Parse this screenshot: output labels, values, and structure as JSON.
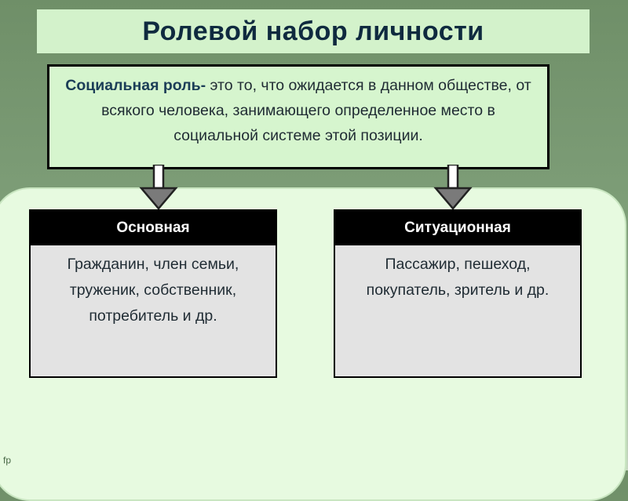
{
  "title": "Ролевой набор личности",
  "definition": {
    "term": "Социальная роль-",
    "text": " это то, что ожидается в данном обществе, от всякого человека, занимающего определенное место в социальной системе этой позиции."
  },
  "columns": [
    {
      "heading": "Основная",
      "body": "Гражданин, член семьи, труженик, собственник, потребитель и др."
    },
    {
      "heading": "Ситуационная",
      "body": "Пассажир, пешеход, покупатель, зритель и др."
    }
  ],
  "watermark": "fp"
}
